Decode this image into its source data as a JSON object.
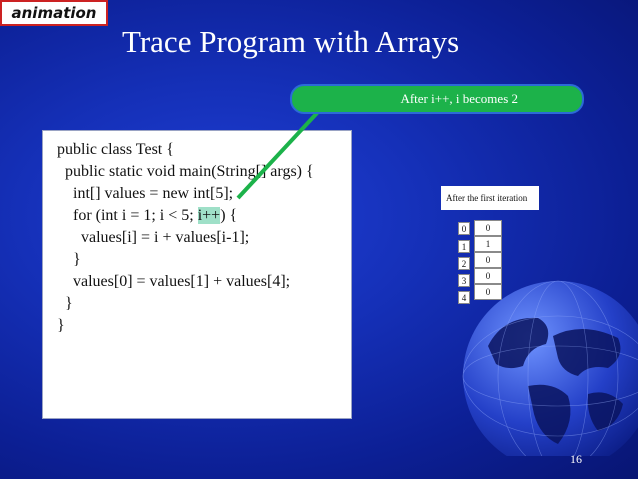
{
  "animation_tag": "animation",
  "title": "Trace Program with Arrays",
  "callout": "After i++, i becomes 2",
  "code": {
    "line1": "public class Test {",
    "line2": "  public static void main(String[] args) {",
    "line3": "    int[] values = new int[5];",
    "line4_pre": "    for (int i = 1; i < 5; ",
    "line4_hl": "i++",
    "line4_post": ") {",
    "line5": "      values[i] = i + values[i-1];",
    "line6": "    }",
    "line7": "    values[0] = values[1] + values[4];",
    "line8": "  }",
    "line9": "}"
  },
  "array_caption": "After the  first iteration",
  "array": {
    "indices": [
      "0",
      "1",
      "2",
      "3",
      "4"
    ],
    "values": [
      "0",
      "1",
      "0",
      "0",
      "0"
    ]
  },
  "page_number": "16",
  "colors": {
    "background": "#1530b8",
    "callout_fill": "#1cb24a",
    "highlight": "#9fe0c8",
    "tag_border": "#cc2222"
  }
}
